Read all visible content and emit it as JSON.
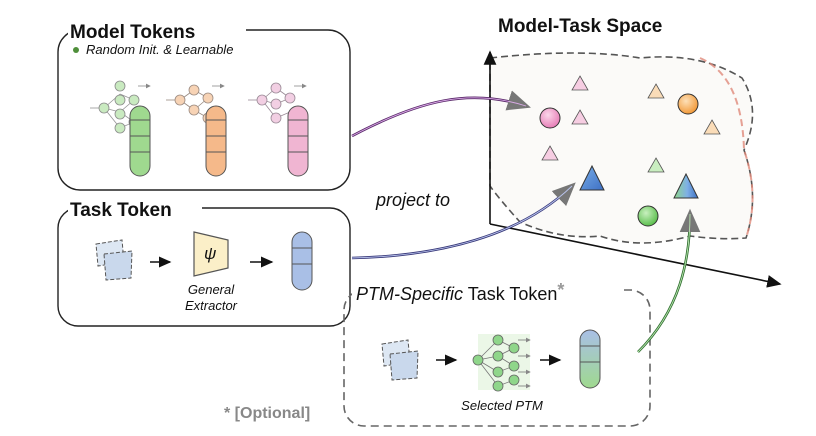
{
  "model_tokens": {
    "title": "Model Tokens",
    "note": "Random Init. & Learnable",
    "colors": [
      "#9fd98f",
      "#f5b98a",
      "#f0b5d2"
    ]
  },
  "task_token": {
    "title": "Task Token",
    "extractor_symbol": "ψ",
    "extractor_label_line1": "General",
    "extractor_label_line2": "Extractor",
    "token_color": "#a9bfe6"
  },
  "ptm_task_token": {
    "title_italic": "PTM-Specific",
    "title_rest": " Task Token",
    "asterisk": "*",
    "model_label": "Selected PTM"
  },
  "optional_note": "* [Optional]",
  "space": {
    "title": "Model-Task Space",
    "project_label": "project to"
  },
  "colors": {
    "green": "#7fcf72",
    "orange": "#f5a04a",
    "pink": "#ee9cc8",
    "blue": "#4f88d6",
    "arrow_purple": "#7a3f8f",
    "arrow_gray": "#8a8a8a",
    "arrow_green": "#3f8f3f"
  }
}
